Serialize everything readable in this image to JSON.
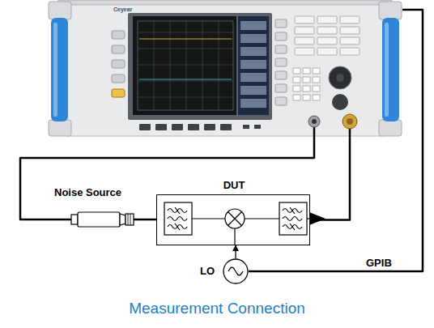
{
  "diagram": {
    "caption": "Measurement Connection",
    "nodes": [
      {
        "text": [
          "Ceyear"
        ]
      },
      {
        "text": [
          "Noise Source"
        ]
      },
      {
        "text": [
          "DUT"
        ]
      },
      {
        "text": [
          "LO"
        ]
      }
    ],
    "edges": [
      {
        "from": 0,
        "to": 1,
        "arrow": "none"
      },
      {
        "from": 1,
        "to": 2,
        "arrow": "none"
      },
      {
        "from": 2,
        "to": 0,
        "arrow": "none"
      },
      {
        "from": 3,
        "to": 2,
        "arrow": "to"
      },
      {
        "from": 3,
        "to": 0,
        "label": "GPIB",
        "arrow": "none"
      }
    ]
  }
}
